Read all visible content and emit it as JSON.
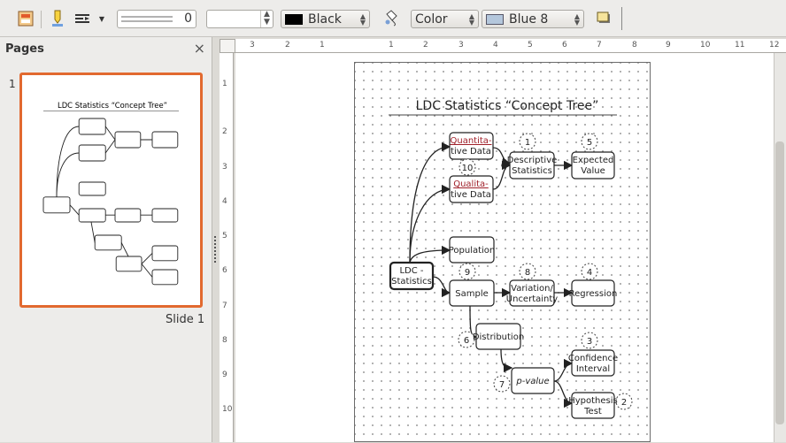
{
  "toolbar": {
    "line_width_value": "0",
    "area_value": "",
    "line_color_name": "Black",
    "line_color_hex": "#000000",
    "area_style": "Color",
    "area_color_name": "Blue 8",
    "area_color_hex": "#b4c7dc"
  },
  "pages_panel": {
    "title": "Pages",
    "close_glyph": "×",
    "slide_number": "1",
    "slide_label": "Slide 1"
  },
  "ruler": {
    "h_ticks": [
      "3",
      "2",
      "1",
      "1",
      "2",
      "3",
      "4",
      "5",
      "6",
      "7",
      "8",
      "9",
      "10",
      "11",
      "12"
    ],
    "v_ticks": [
      "1",
      "2",
      "3",
      "4",
      "5",
      "6",
      "7",
      "8",
      "9",
      "10"
    ]
  },
  "slide": {
    "title": "LDC Statistics “Concept Tree”",
    "nodes": {
      "ldc_statistics": [
        "LDC -",
        "Statistics"
      ],
      "quantitative_data": [
        "Quantita-",
        "tive Data"
      ],
      "qualitative_data": [
        "Qualita-",
        "tive Data"
      ],
      "descriptive_statistics": [
        "Descriptive",
        "Statistics"
      ],
      "expected_value": [
        "Expected",
        "Value"
      ],
      "population": [
        "Population"
      ],
      "sample": [
        "Sample"
      ],
      "variation_uncertainty": [
        "Variation/",
        "Uncertainty"
      ],
      "regression": [
        "Regression"
      ],
      "distribution": [
        "Distribution"
      ],
      "confidence_interval": [
        "Confidence",
        "Interval"
      ],
      "p_value": [
        "p-value"
      ],
      "hypothesis_test": [
        "Hypothesis",
        "Test"
      ]
    },
    "badges": {
      "b10": "10",
      "b1": "1",
      "b5": "5",
      "b9": "9",
      "b8": "8",
      "b4": "4",
      "b6": "6",
      "b3": "3",
      "b7": "7",
      "b2": "2"
    }
  }
}
